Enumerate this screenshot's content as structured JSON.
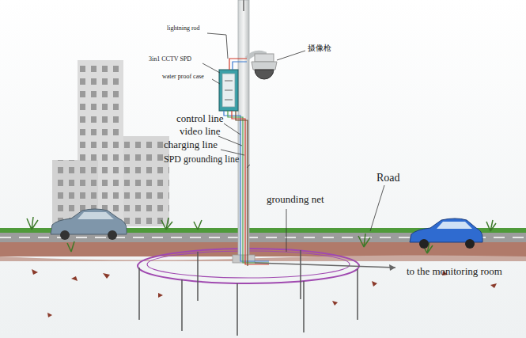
{
  "diagram": {
    "labels": [
      "lightning rod",
      "3in1 CCTV SPD",
      "water proof case",
      "摄像枪",
      "control line",
      "video line",
      "charging line",
      "SPD grounding line",
      "grounding net",
      "Road",
      "to the monitoring room"
    ]
  }
}
